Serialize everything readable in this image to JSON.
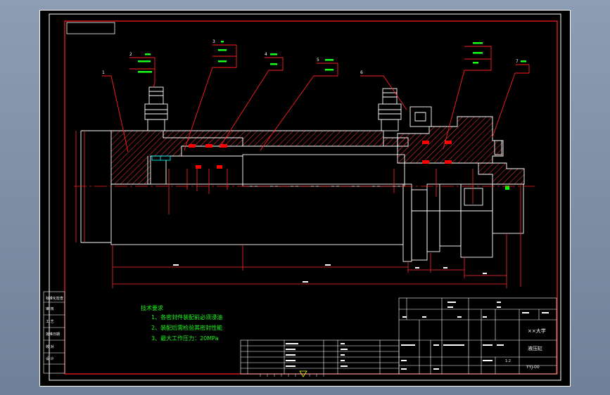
{
  "drawing": {
    "tech_title": "技术要求",
    "tech_notes": [
      "1、各密封件装配前必须浸油",
      "2、装配后需检验其密封性能",
      "3、最大工作压力：20MPa"
    ],
    "part_numbers": [
      "1",
      "2",
      "3",
      "4",
      "5",
      "6",
      "7"
    ],
    "title_block": {
      "school": "××大学",
      "drawing_name": "液压缸",
      "drawing_no": "YYJ-00",
      "scale": "1:2"
    },
    "left_stamp": [
      "标准化检查",
      "审 核",
      "工 艺",
      "批准日期",
      "校 对",
      "设 计"
    ]
  },
  "colors": {
    "outline": "#ffffff",
    "frame": "#ff2020",
    "hatch": "#ff3b3b",
    "dimension": "#ff2a2a",
    "leader": "#ff2020",
    "centerline": "#ff2020",
    "text": "#ffffff",
    "note": "#19ff19",
    "yellow": "#ffff00",
    "seal": "#ff0000",
    "cyan": "#00ffff"
  }
}
